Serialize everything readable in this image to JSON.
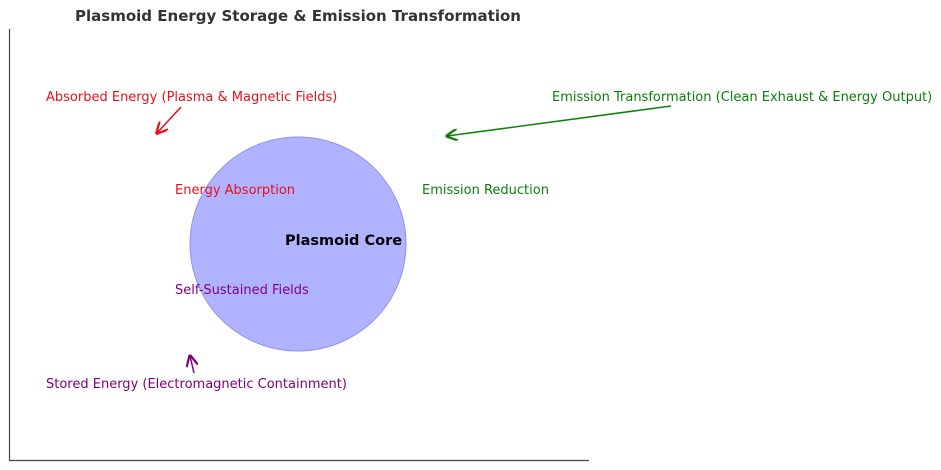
{
  "title": "Plasmoid Energy Storage & Emission Transformation",
  "core": {
    "label": "Plasmoid Core",
    "color": "#b0b3ff",
    "edge": "#8f93ee"
  },
  "labels": {
    "absorbed": {
      "text": "Absorbed Energy (Plasma & Magnetic Fields)",
      "color": "#e8101a"
    },
    "energy_absorption": {
      "text": "Energy Absorption",
      "color": "#e8101a"
    },
    "emission_transformation": {
      "text": "Emission Transformation (Clean Exhaust & Energy Output)",
      "color": "#0a800a"
    },
    "emission_reduction": {
      "text": "Emission Reduction",
      "color": "#0a800a"
    },
    "self_sustained": {
      "text": "Self-Sustained Fields",
      "color": "#800080"
    },
    "stored": {
      "text": "Stored Energy (Electromagnetic Containment)",
      "color": "#800080"
    }
  }
}
